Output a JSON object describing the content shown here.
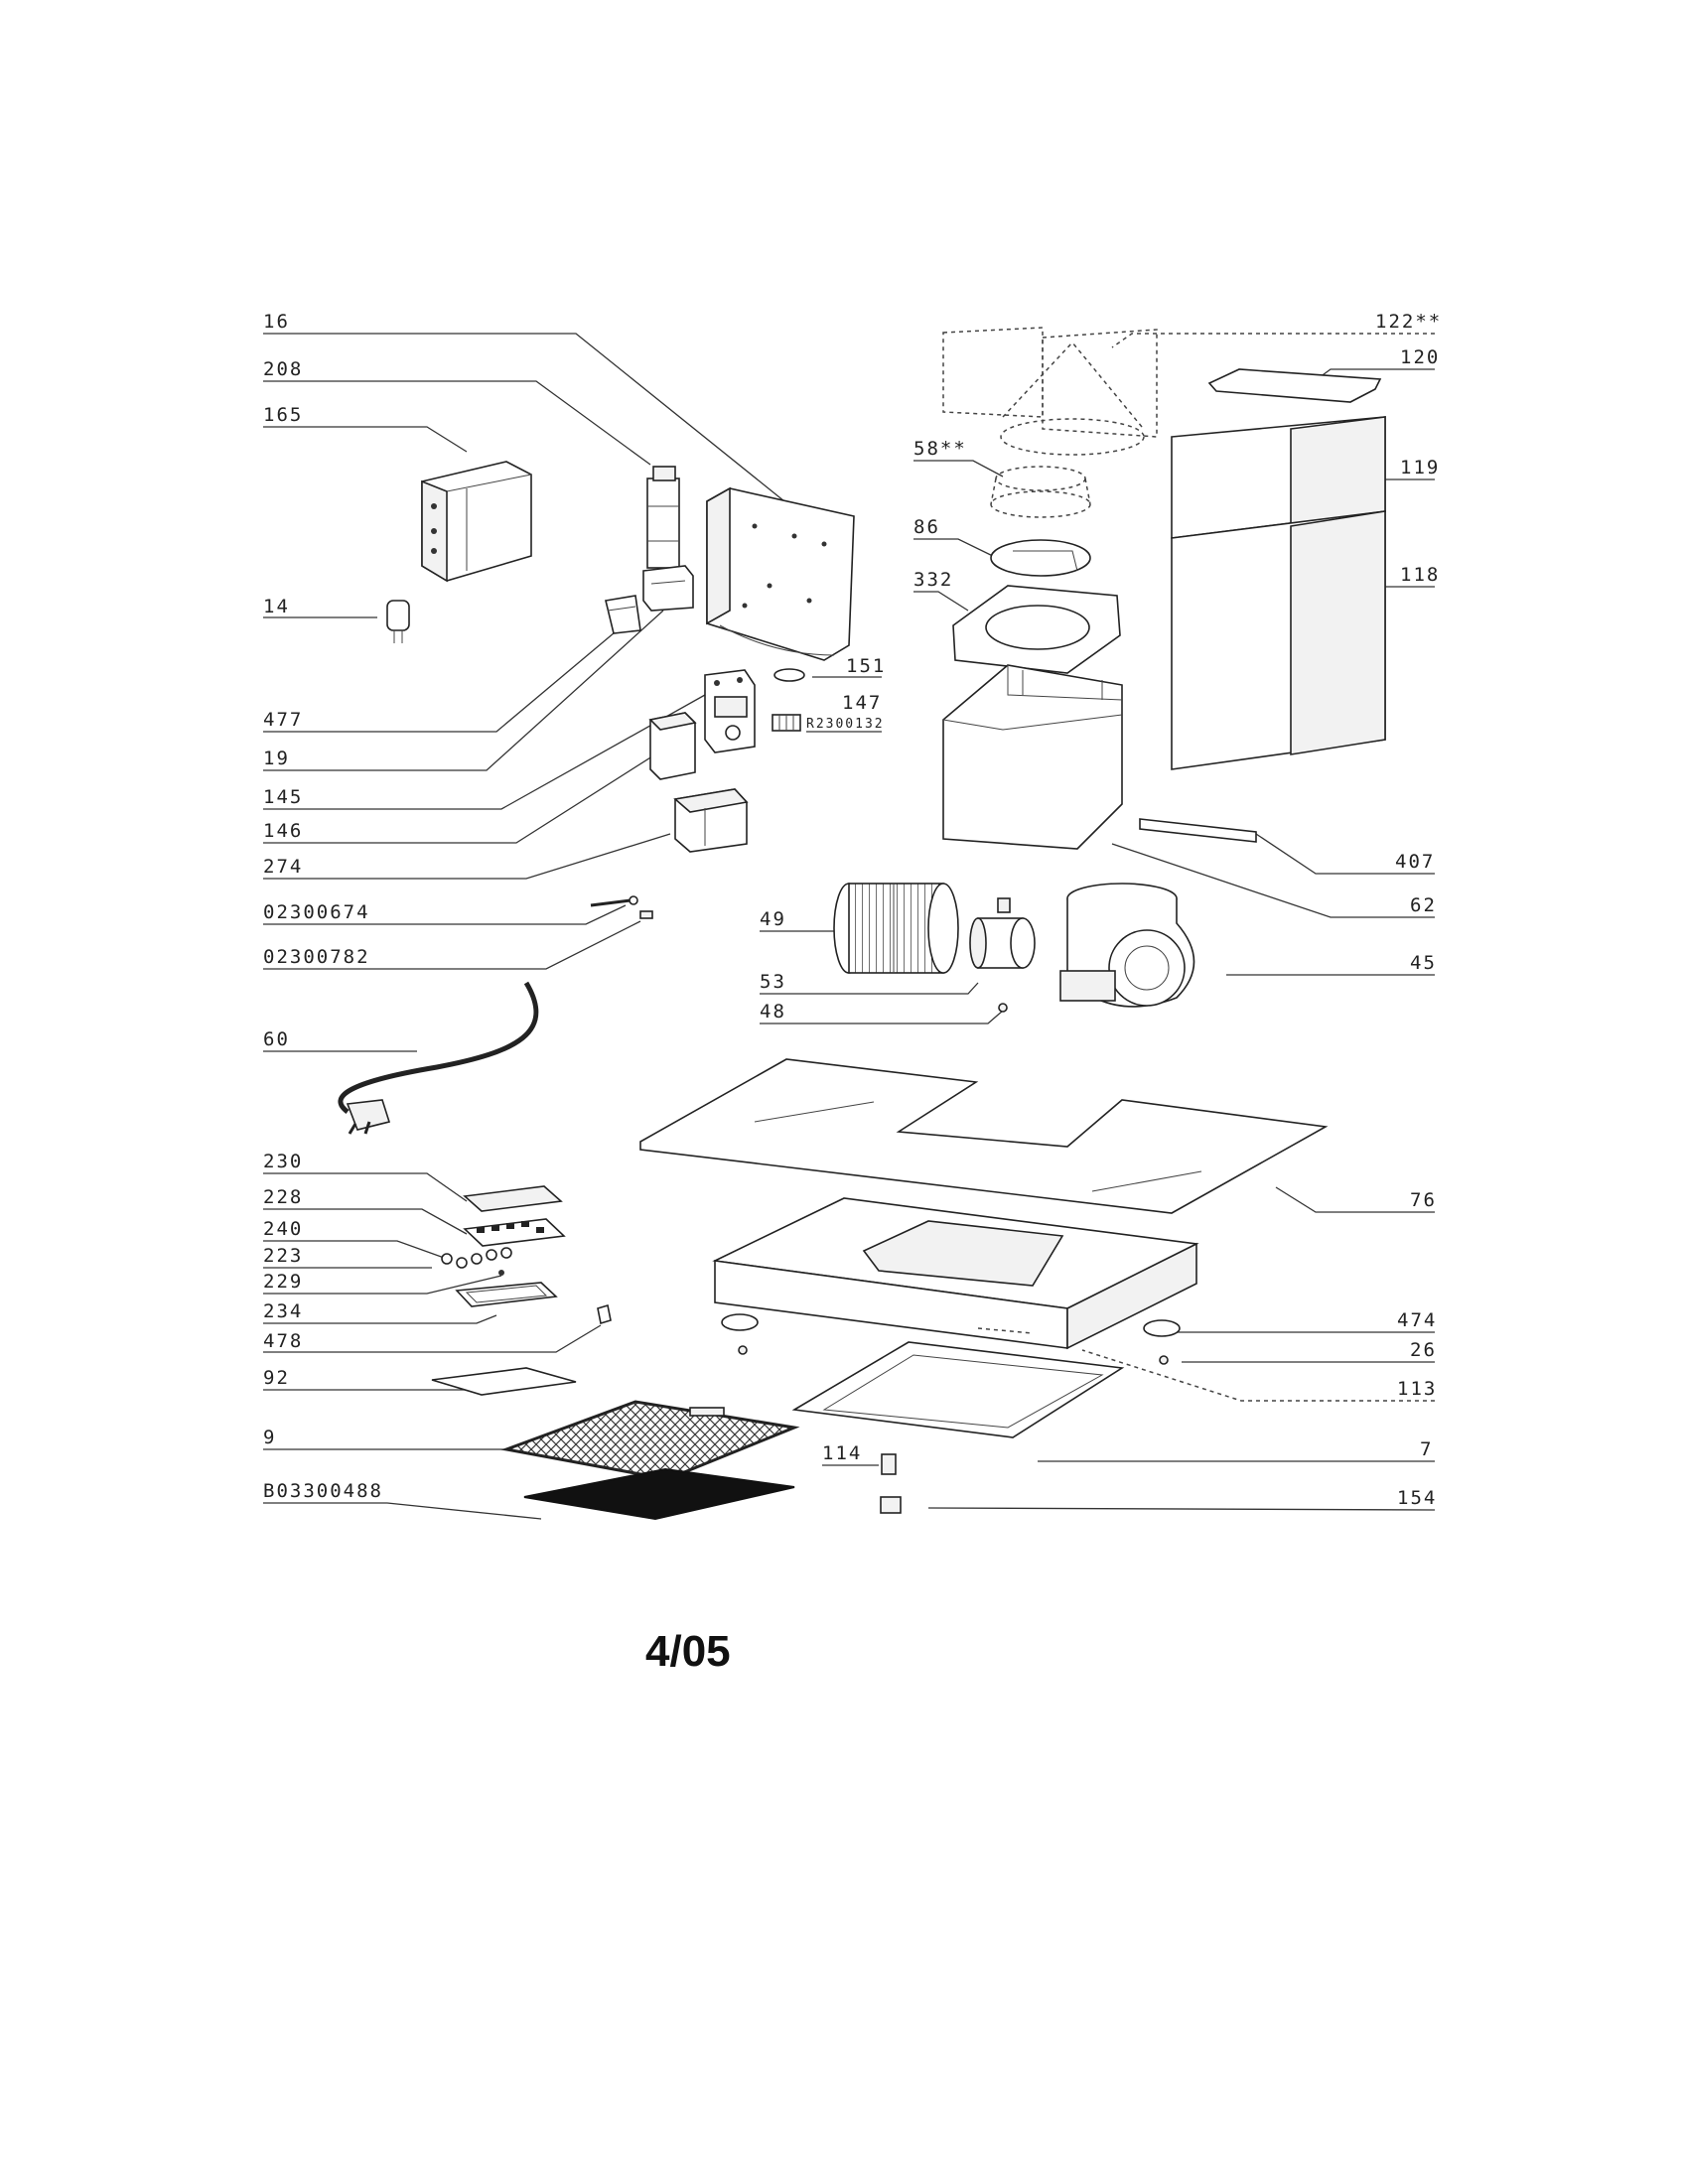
{
  "labels": {
    "l16": "16",
    "l208": "208",
    "l165": "165",
    "l14": "14",
    "l477": "477",
    "l19": "19",
    "l145": "145",
    "l146": "146",
    "l274": "274",
    "l02300674": "02300674",
    "l02300782": "02300782",
    "l60": "60",
    "l230": "230",
    "l228": "228",
    "l240": "240",
    "l223": "223",
    "l229": "229",
    "l234": "234",
    "l478": "478",
    "l92": "92",
    "l9": "9",
    "lB03300488": "B03300488",
    "l122": "122**",
    "l120": "120",
    "l58": "58**",
    "l119": "119",
    "l86": "86",
    "l118": "118",
    "l332": "332",
    "l151": "151",
    "l147": "147",
    "lR2300132": "R2300132",
    "l407": "407",
    "l62": "62",
    "l49": "49",
    "l45": "45",
    "l53": "53",
    "l48": "48",
    "l76": "76",
    "l474": "474",
    "l26": "26",
    "l113": "113",
    "l7": "7",
    "l114": "114",
    "l154": "154"
  },
  "revision": "4/05"
}
